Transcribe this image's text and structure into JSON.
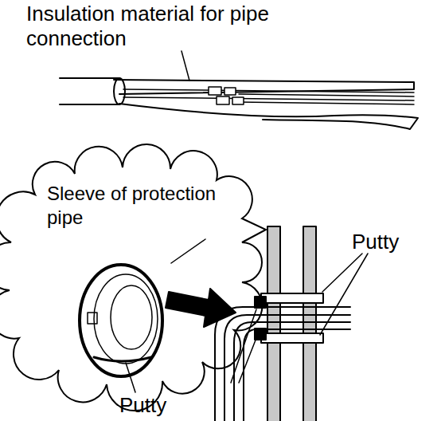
{
  "diagram": {
    "nodes": [
      {
        "text": [
          "Sleeve of protection pipe"
        ]
      }
    ],
    "labels": [
      "Insulation material for pipe connection",
      "Putty",
      "Putty"
    ]
  }
}
